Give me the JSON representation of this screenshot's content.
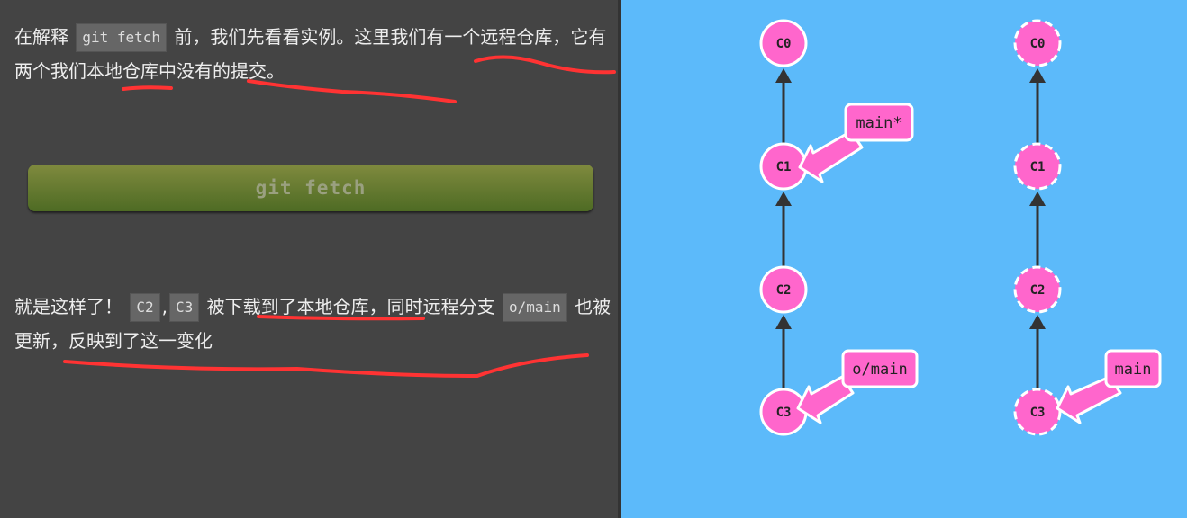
{
  "intro": {
    "p1_a": "在解释",
    "p1_code": "git fetch",
    "p1_b": "前，我们先看看实例。这里我们有一个远程仓库，它有两个我们本地仓库中没有的提交。"
  },
  "command_button": {
    "label": "git fetch"
  },
  "explanation": {
    "p2_a": "就是这样了！",
    "p2_code1": "C2",
    "p2_sep": ",",
    "p2_code2": "C3",
    "p2_b": "被下载到了本地仓库，同时远程分支",
    "p2_code3": "o/main",
    "p2_c": "也被更新，反映到了这一变化"
  },
  "colors": {
    "left_bg": "#444444",
    "right_bg": "#5cbafa",
    "commit_fill": "#ff66cc",
    "annotation_red": "#ff3333",
    "button_top": "#7f8a3e",
    "button_bottom": "#4e6b24"
  },
  "local_repo": {
    "commits": [
      "C0",
      "C1",
      "C2",
      "C3"
    ],
    "branches": [
      {
        "label": "main*",
        "points_to": "C1"
      },
      {
        "label": "o/main",
        "points_to": "C3"
      }
    ]
  },
  "remote_repo": {
    "commits": [
      "C0",
      "C1",
      "C2",
      "C3"
    ],
    "branches": [
      {
        "label": "main",
        "points_to": "C3"
      }
    ]
  }
}
